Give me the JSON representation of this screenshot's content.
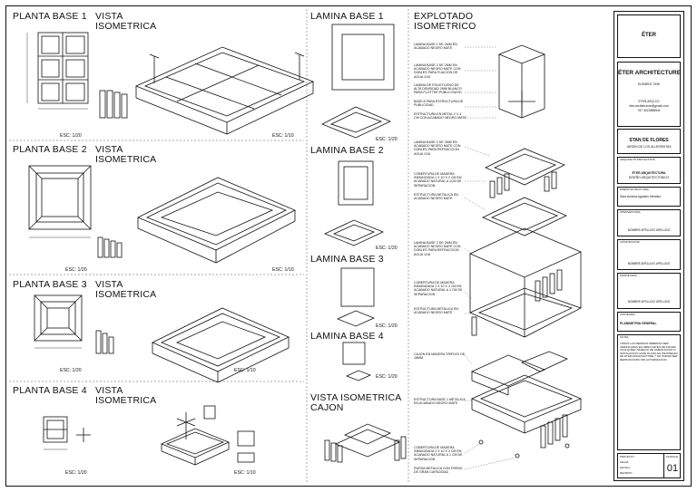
{
  "sheet": {
    "views": [
      {
        "plan": "PLANTA BASE 1",
        "iso": "VISTA ISOMETRICA",
        "plan_scale": "ESC: 1/20",
        "iso_scale": "ESC: 1/10"
      },
      {
        "plan": "PLANTA BASE 2",
        "iso": "VISTA ISOMETRICA",
        "plan_scale": "ESC: 1/20",
        "iso_scale": "ESC: 1/10"
      },
      {
        "plan": "PLANTA BASE 3",
        "iso": "VISTA ISOMETRICA",
        "plan_scale": "ESC: 1/20",
        "iso_scale": "ESC: 1/10"
      },
      {
        "plan": "PLANTA BASE 4",
        "iso": "VISTA ISOMETRICA",
        "plan_scale": "ESC: 1/20",
        "iso_scale": "ESC: 1/10"
      }
    ],
    "laminas": [
      {
        "title": "LAMINA BASE 1",
        "scale": "ESC: 1/20"
      },
      {
        "title": "LAMINA BASE 2",
        "scale": "ESC: 1/20"
      },
      {
        "title": "LAMINA BASE 3",
        "scale": "ESC: 1/20"
      },
      {
        "title": "LAMINA BASE 4",
        "scale": "ESC: 1/20"
      }
    ],
    "cajon_title_1": "VISTA ISOMETRICA",
    "cajon_title_2": "CAJON",
    "exploded_title_1": "EXPLOTADO",
    "exploded_title_2": "ISOMETRICO",
    "notes": [
      "LAMINA BASE 1 DE 2MM EN ACABADO NEGRO MATE",
      "LAMINA BASE 2 DE 2MM EN ACABADO NEGRO MATE CON DOBLES PARA FIJACION DE AGUA 1/16",
      "LAMINA DE POLIETILENO DE ALTA DENSIDAD 2MM BLANCO PARA PLOTTER PUBLICITARIO",
      "BASE A PARA ESTRUCTURA DE PUBLICIDAD",
      "ESTRUCTURA EN METAL 2 X 4 CM CON ACABADO NEGRO MATE",
      "LAMINA BASE 2 DE 2MM EN ACABADO NEGRO MATE CON DOBLES PARA REFRACCION AGUA 1/16",
      "COBERTURA DE MADERA INMUNIZADA 1 X 10 X 2 CM EN ACABADO NATURAL A 1CM DE SEPARACION",
      "ESTRUCTURA METALICA EN ACABADO NEGRO MATE",
      "LAMINA BASE 2 DE 2MM EN ACABADO NEGRO MATE CON DOBLES PARA REFRACCION AGUA 1/16",
      "COBERTURA DE MADERA INMUNIZADA 1 X 10 X 2 CM EN ACABADO NATURAL A 1 CM DE SEPARACION",
      "ESTRUCTURA METALICA EN ACABADO NEGRO MATE",
      "CAJON EN MADERA TRIPLEX DE 18MM",
      "ESTRUCTURA BASE 1 METALICA EN ACABADO NEGRO MATE",
      "COBERTURA DE MADERA INMUNIZADA 1 X 10 X 2 CM EN ACABADO NATURAL A 1 CM DE SEPARACION",
      "RUEDA METALICA CON FRENO DE GRAN CAPACIDAD"
    ]
  },
  "title_block": {
    "logo": "ÉTER",
    "firm": "ÉTER ARCHITECTURE",
    "firm_sub": "ELEMENT ONE",
    "contact_1": "ETER.ARQ.CO",
    "contact_2": "eter.architecture@gmail.com",
    "contact_3": "+57 3022888541",
    "project": "STAN DE FLORES",
    "project_sub": "JARDIN DE LOS ALLEGRISTAS",
    "f1_label": "ARQUITECTO PROYECTISTA",
    "f1_name": "ÉTER ARQUITECTURA",
    "f1_sub": "DISEÑO ARQUITECTONICO",
    "f2_label": "DISEÑO ESTRUCTURAL",
    "f2_name": "Sara Andrea Agudelo Méndez",
    "f3_label": "INTERVENTORIA",
    "f3_name": "NOMBRE APELLIDO APELLIDO",
    "f4_label": "CONSTRUCTOR",
    "f4_name": "NOMBRE APELLIDO APELLIDO",
    "f5_label": "PROPIETARIO",
    "f5_name": "NOMBRE APELLIDO APELLIDO",
    "f6_label": "CONTENIDO",
    "f6_name": "PLANIMETRIA GENERAL",
    "notes_label": "NOTAS",
    "notes_text": "TODAS LAS MEDIDAS DEBERAN SER VERIFICADAS EN OBRA ANTES DE INICIAR CUALQUIER TRABAJO DE FABRICACION O INSTALACION. ESTE PLANO ES PROPIEDAD DE ETER ARCHITECTURE Y NO PODRA SER REPRODUCIDO SIN AUTORIZACION.",
    "sheet_label": "PLANCHA",
    "sheet_no": "01",
    "meta_1": "PROYECTO",
    "meta_2": "FECHA",
    "meta_3": "ESCALA",
    "meta_4": "REVISION"
  }
}
